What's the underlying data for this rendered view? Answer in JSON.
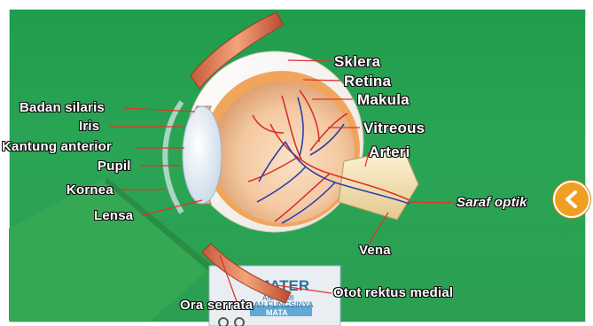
{
  "scene": {
    "background_color": "#2aa555",
    "line_color": "#e0342c",
    "label_color": "#ffffff"
  },
  "labels": {
    "sklera": "Sklera",
    "retina": "Retina",
    "makula": "Makula",
    "vitreous": "Vitreous",
    "arteri": "Arteri",
    "saraf_optik": "Saraf optik",
    "vena": "Vena",
    "otot_rektus_medial": "Otot rektus medial",
    "ora_serrata": "Ora serrata",
    "badan_silaris": "Badan silaris",
    "iris": "Iris",
    "kantung_anterior": "Kantung anterior",
    "pupil": "Pupil",
    "kornea": "Kornea",
    "lensa": "Lensa"
  },
  "book": {
    "line1": "MATER",
    "line2": "ANATOMI",
    "line3": "DAN FUNGSINYA",
    "line4": "MATA"
  },
  "controls": {
    "back_icon": "chevron-left-icon",
    "back_color": "#f0a020"
  }
}
